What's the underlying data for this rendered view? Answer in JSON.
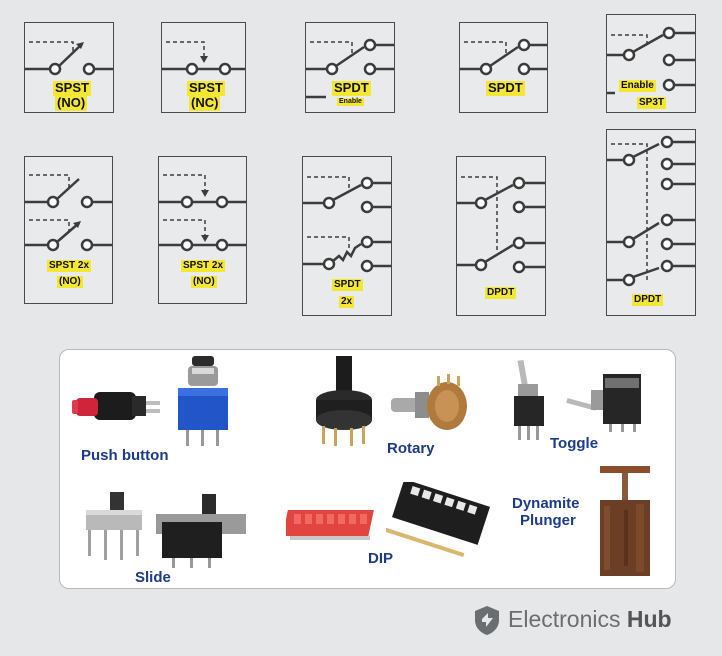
{
  "symbols": {
    "r1c1": {
      "l1": "SPST",
      "l2": "(NO)"
    },
    "r1c2": {
      "l1": "SPST",
      "l2": "(NC)"
    },
    "r1c3": {
      "l1": "SPDT",
      "l2": "Enable"
    },
    "r1c4": {
      "l1": "SPDT"
    },
    "r1c5": {
      "l1": "Enable",
      "l2": "SP3T"
    },
    "r2c1": {
      "l1": "SPST 2x",
      "l2": "(NO)"
    },
    "r2c2": {
      "l1": "SPST 2x",
      "l2": "(NO)"
    },
    "r2c3": {
      "l1": "SPDT",
      "l2": "2x"
    },
    "r2c4": {
      "l1": "DPDT"
    },
    "r2c5": {
      "l1": "DPDT"
    }
  },
  "types": {
    "push_button": "Push button",
    "rotary": "Rotary",
    "toggle": "Toggle",
    "slide": "Slide",
    "dip": "DIP",
    "dynamite_line1": "Dynamite",
    "dynamite_line2": "Plunger"
  },
  "brand": {
    "part1": "Electronics",
    "part2": "Hub"
  },
  "colors": {
    "label_bg": "#f3e733",
    "line": "#3c3c3c",
    "type_text": "#1d3b8a"
  }
}
